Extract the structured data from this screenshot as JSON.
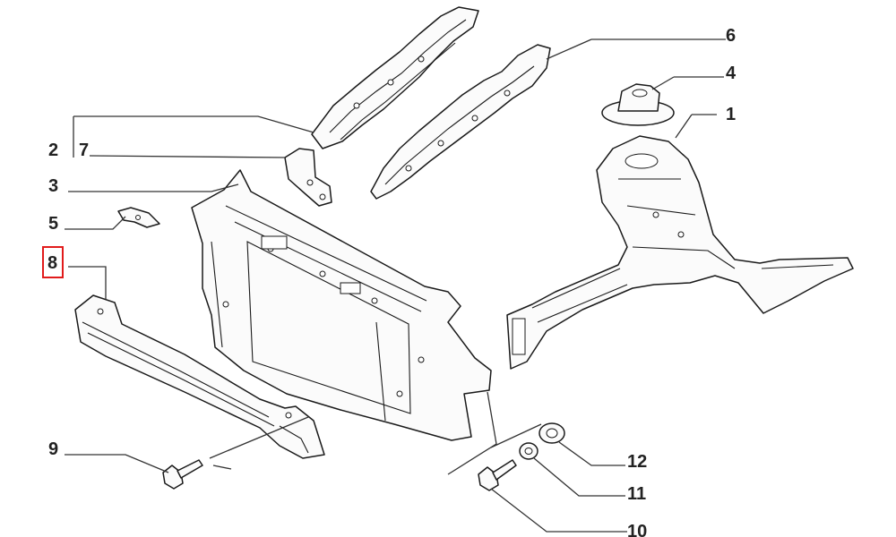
{
  "callouts": {
    "c1": "1",
    "c2": "2",
    "c3": "3",
    "c4": "4",
    "c5": "5",
    "c6": "6",
    "c7": "7",
    "c8": "8",
    "c9": "9",
    "c10": "10",
    "c11": "11",
    "c12": "12"
  },
  "highlighted_callout": "8",
  "highlight_color": "#e11b1b",
  "line_color": "#1a1a1a"
}
